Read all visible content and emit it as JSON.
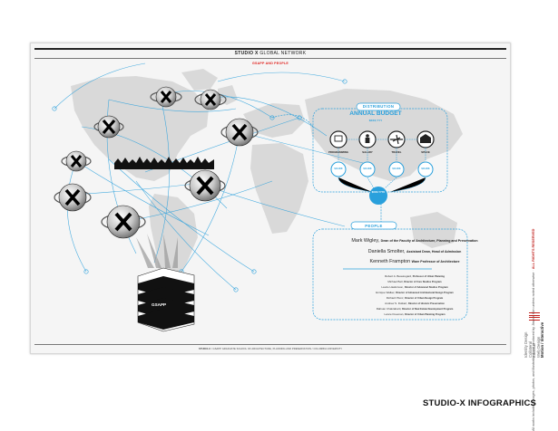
{
  "poster": {
    "title_bold": "STUDIO X",
    "title_rest": " GLOBAL NETWORK",
    "subtitle": "GSAPP AND PEOPLE",
    "footer_bold": "STUDIO-X",
    "footer_rest": " / GSAPP GRADUATE SCHOOL OF ARCHITECTURE, PLANNING AND PRESERVATION / COLUMBIA UNIVERSITY",
    "building_label": "GSAPP"
  },
  "distribution": {
    "label": "DISTRIBUTION",
    "budget_title": "ANNUAL BUDGET",
    "budget_value": "$XXX,YYY",
    "categories": [
      {
        "name": "PROGRAMMING",
        "value": "$10-30K"
      },
      {
        "name": "SALARY",
        "value": "$10-30K"
      },
      {
        "name": "TRAVEL",
        "value": "$10-30K"
      },
      {
        "name": "SPACE",
        "value": "$10-30K"
      }
    ],
    "center_value": "$XXX-YYYK"
  },
  "people": {
    "label": "PEOPLE",
    "leaders": [
      {
        "name": "Mark Wigley, ",
        "role": "Dean of the Faculty of Architecture, Planning and Preservation"
      },
      {
        "name": "Daniella Smolter, ",
        "role": "Assistant Dean, Head of Admission"
      },
      {
        "name": "Kenneth Frampton ",
        "role": "Ware Professor of Architecture"
      }
    ],
    "faculty": [
      {
        "name": "Robert A. Beauregard, ",
        "role": "Professor of Urban Planning"
      },
      {
        "name": "Michael Bell, ",
        "role": "Director of Core Studios Program"
      },
      {
        "name": "Laurie Hawkinson, ",
        "role": "Director of Advanced Studios Program"
      },
      {
        "name": "Enrique Walker, ",
        "role": "Director of Advanced Architectural Design Program"
      },
      {
        "name": "Richard Plunz, ",
        "role": "Director of Urban Design Program"
      },
      {
        "name": "Andrew S. Dolkart, ",
        "role": "Director of Historic Preservation"
      },
      {
        "name": "Rahsan Chakrabarti, ",
        "role": "Director of Real Estate Development Program"
      },
      {
        "name": "Lance Freeman, ",
        "role": "Director of Urban Planning Program"
      }
    ]
  },
  "page": {
    "side_text": "All works including images, photos, and illustrations are produced by Jinwon Kim unless noted otherwise",
    "side_bold": "ALL RIGHTS RESERVED",
    "credits": [
      "Identity Design",
      "Collateral",
      "Editorial",
      "Web Design",
      "Motion / Interactive"
    ],
    "heading": "STUDIO-X INFOGRAPHICS"
  },
  "colors": {
    "accent_blue": "#2aa0dc",
    "accent_red": "#e0201c",
    "land": "#d9d9d9"
  }
}
